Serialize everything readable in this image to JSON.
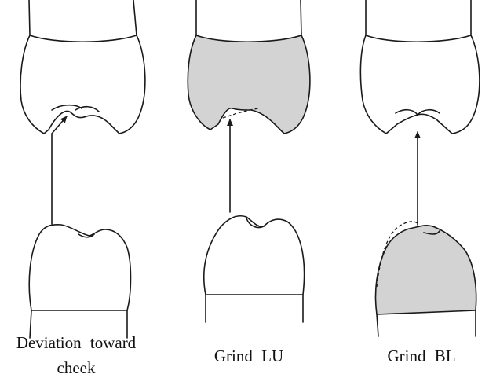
{
  "panels": [
    {
      "caption": "Deviation toward cheek",
      "upper_ground": false,
      "lower_ground": false
    },
    {
      "caption": "Grind LU",
      "upper_ground": true,
      "lower_ground": false
    },
    {
      "caption": "Grind BL",
      "upper_ground": false,
      "lower_ground": true
    }
  ],
  "colors": {
    "ground_fill": "#d3d3d3",
    "line": "#1a1a1a"
  }
}
